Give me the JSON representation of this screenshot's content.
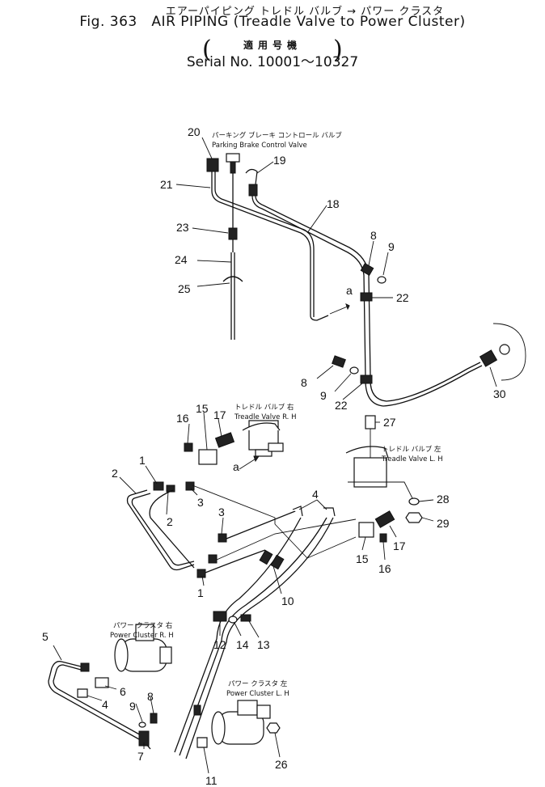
{
  "header": {
    "jp_title": "エアーパイピング トレドル バルブ → パワー クラスタ",
    "fig_label": "Fig. 363",
    "en_title": "AIR PIPING (Treadle Valve to Power Cluster)",
    "jp_serial": "適用号機",
    "serial": "Serial No. 10001～10327"
  },
  "labels": {
    "parking_jp": "パーキング ブレーキ コントロール バルブ",
    "parking_en": "Parking Brake Control Valve",
    "treadle_r_jp": "トレドル バルブ 右",
    "treadle_r_en": "Treadle Valve R. H",
    "treadle_l_jp": "トレドル バルブ 左",
    "treadle_l_en": "Treadle Valve L. H",
    "cluster_r_jp": "パワー クラスタ 右",
    "cluster_r_en": "Power Cluster R. H",
    "cluster_l_jp": "パワー クラスタ 左",
    "cluster_l_en": "Power Cluster L. H",
    "marker_a": "a"
  },
  "callouts": [
    "20",
    "19",
    "21",
    "18",
    "23",
    "8",
    "9",
    "24",
    "25",
    "22",
    "8",
    "9",
    "22",
    "30",
    "15",
    "17",
    "16",
    "27",
    "1",
    "2",
    "2",
    "3",
    "28",
    "4",
    "3",
    "29",
    "17",
    "15",
    "16",
    "1",
    "10",
    "12",
    "14",
    "13",
    "5",
    "6",
    "4",
    "9",
    "8",
    "7",
    "11",
    "26",
    "a",
    "a"
  ]
}
